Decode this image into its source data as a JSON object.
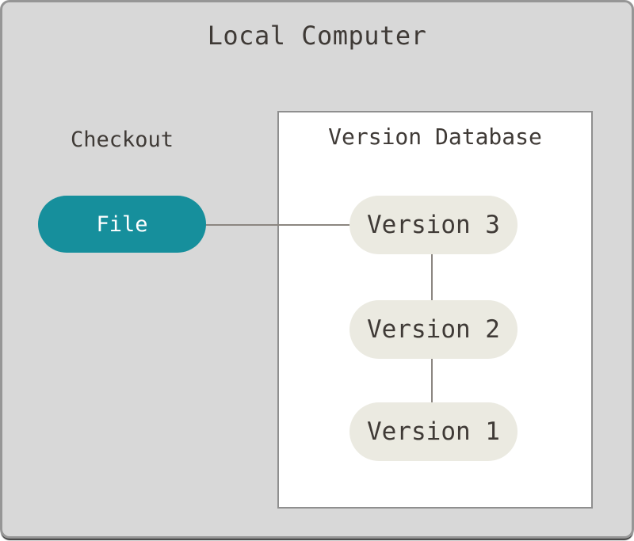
{
  "diagram": {
    "title": "Local Computer",
    "checkout_label": "Checkout",
    "file_node": {
      "label": "File"
    },
    "version_database": {
      "title": "Version Database",
      "versions": [
        {
          "label": "Version 3"
        },
        {
          "label": "Version 2"
        },
        {
          "label": "Version 1"
        }
      ]
    },
    "connections": [
      {
        "from": "File",
        "to": "Version 3"
      },
      {
        "from": "Version 3",
        "to": "Version 2"
      },
      {
        "from": "Version 2",
        "to": "Version 1"
      }
    ],
    "colors": {
      "canvas_bg": "#d8d8d8",
      "frame_border": "#969696",
      "text": "#3f3a36",
      "file_pill_bg": "#168f9c",
      "file_pill_text": "#ffffff",
      "version_pill_bg": "#ebeae1",
      "box_bg": "#ffffff",
      "box_border": "#8f8f8f",
      "line": "#8b8680"
    }
  }
}
